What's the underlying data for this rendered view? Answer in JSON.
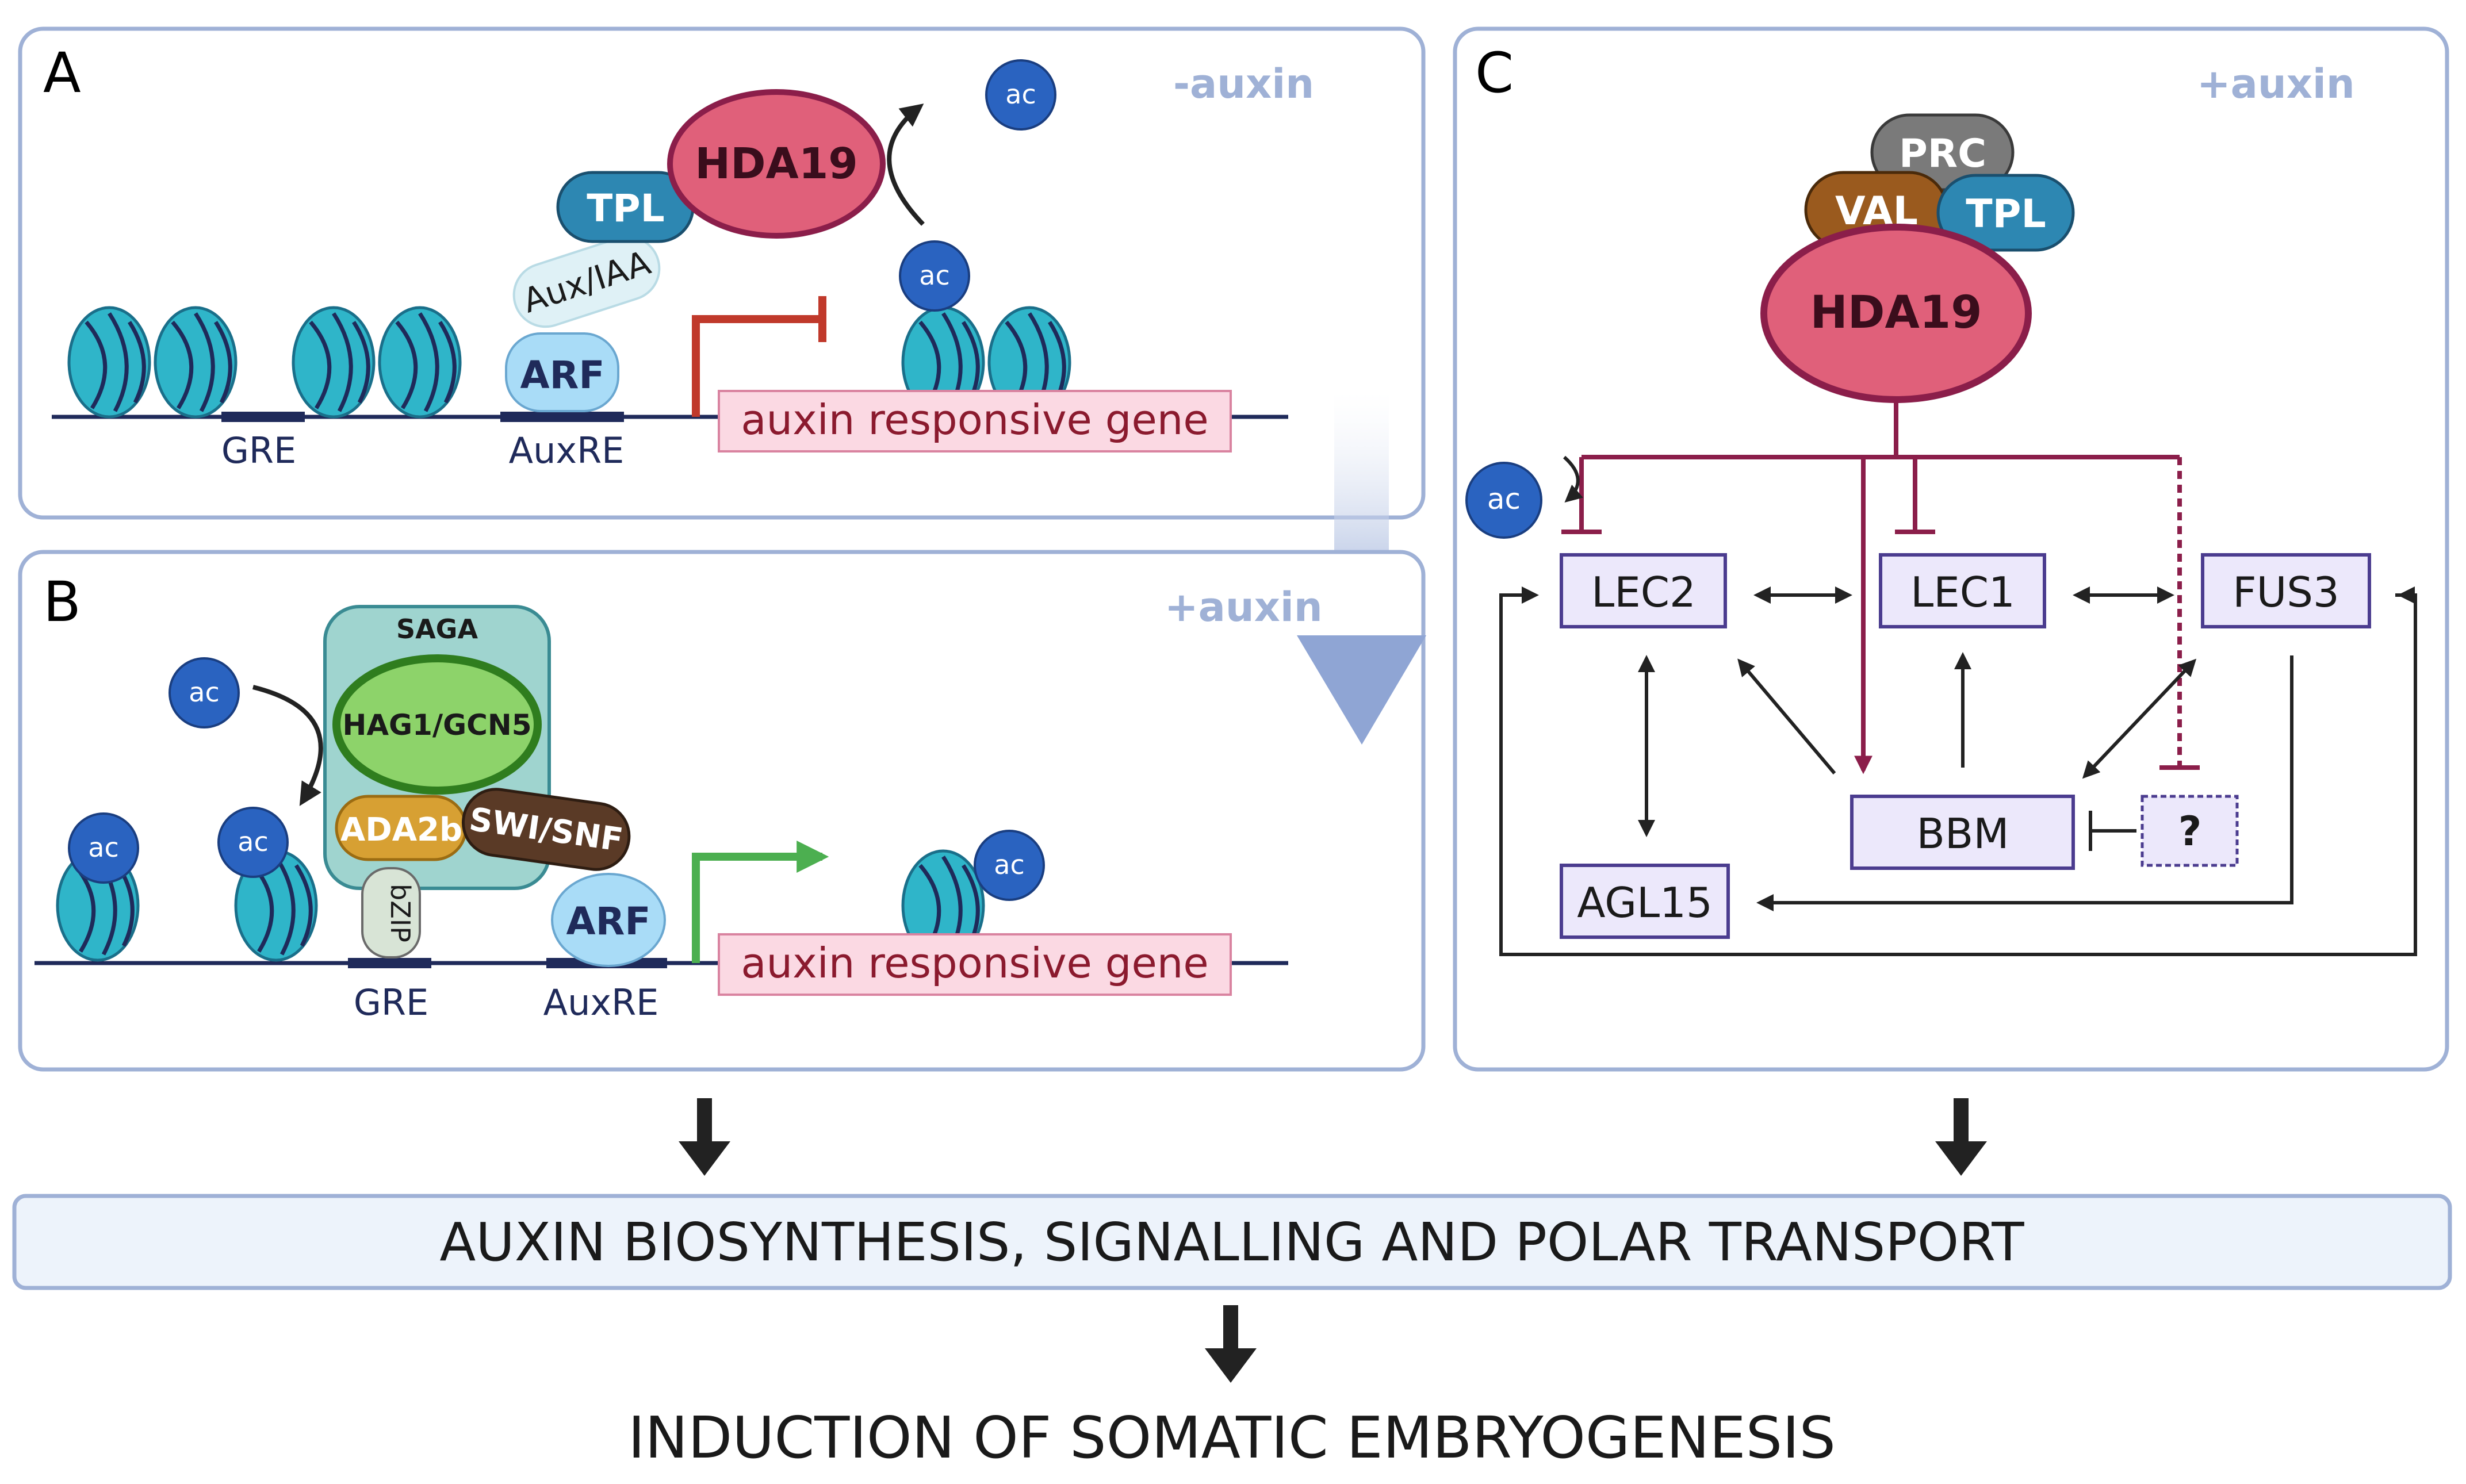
{
  "colors": {
    "panel_border": "#9fb1d6",
    "panel_fill": "#ffffff",
    "condition_text": "#9fb1d6",
    "nucleosome": "#2fb5c9",
    "dna": "#1f2a5a",
    "hda19": "#e0607a",
    "tpl": "#2d87b2",
    "repress_arrow": "#c0392b",
    "activate_arrow": "#4caf50",
    "network_arrow": "#8b1e4a",
    "gene_box_fill": "#fbd9e3",
    "network_box_fill": "#ece8fb",
    "network_box_border": "#4b3c8f",
    "bottom_bar_fill": "#edf3fb",
    "ac": "#2a63c0"
  },
  "panels": {
    "a": {
      "letter": "A",
      "condition": "-auxin",
      "hda19": "HDA19",
      "tpl": "TPL",
      "aux_iaa": "Aux/IAA",
      "arf": "ARF",
      "gre": "GRE",
      "auxre": "AuxRE",
      "gene": "auxin responsive gene",
      "ac": "ac"
    },
    "b": {
      "letter": "B",
      "condition": "+auxin",
      "saga": "SAGA",
      "hag1": "HAG1/GCN5",
      "ada2b": "ADA2b",
      "swisnf": "SWI/SNF",
      "bzip": "bZIP",
      "arf": "ARF",
      "gre": "GRE",
      "auxre": "AuxRE",
      "gene": "auxin responsive gene",
      "ac": "ac"
    },
    "c": {
      "letter": "C",
      "condition": "+auxin",
      "prc": "PRC",
      "val": "VAL",
      "tpl": "TPL",
      "hda19": "HDA19",
      "ac": "ac",
      "nodes": {
        "lec2": "LEC2",
        "lec1": "LEC1",
        "fus3": "FUS3",
        "bbm": "BBM",
        "agl15": "AGL15",
        "unknown": "?"
      }
    }
  },
  "bottom": {
    "bar": "AUXIN BIOSYNTHESIS, SIGNALLING AND POLAR TRANSPORT",
    "final": "INDUCTION OF SOMATIC EMBRYOGENESIS"
  }
}
